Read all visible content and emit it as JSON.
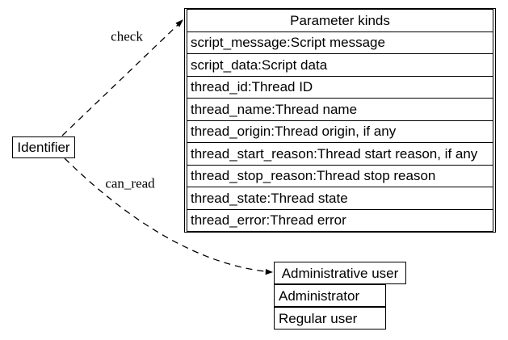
{
  "diagram": {
    "background_color": "#ffffff",
    "line_color": "#000000",
    "text_color": "#000000",
    "edge_style": "dashed"
  },
  "identifier_node": {
    "label": "Identifier"
  },
  "edges": [
    {
      "label": "check",
      "from": "Identifier",
      "to": "Parameter kinds"
    },
    {
      "label": "can_read",
      "from": "Identifier",
      "to": "Administrative user"
    }
  ],
  "parameter_table": {
    "title": "Parameter kinds",
    "rows": [
      "script_message:Script message",
      "script_data:Script data",
      "thread_id:Thread ID",
      "thread_name:Thread name",
      "thread_origin:Thread origin, if any",
      "thread_start_reason:Thread start reason, if any",
      "thread_stop_reason:Thread stop reason",
      "thread_state:Thread state",
      "thread_error:Thread error"
    ]
  },
  "user_table": {
    "title": "Administrative user",
    "rows": [
      "Administrator",
      "Regular user"
    ]
  }
}
